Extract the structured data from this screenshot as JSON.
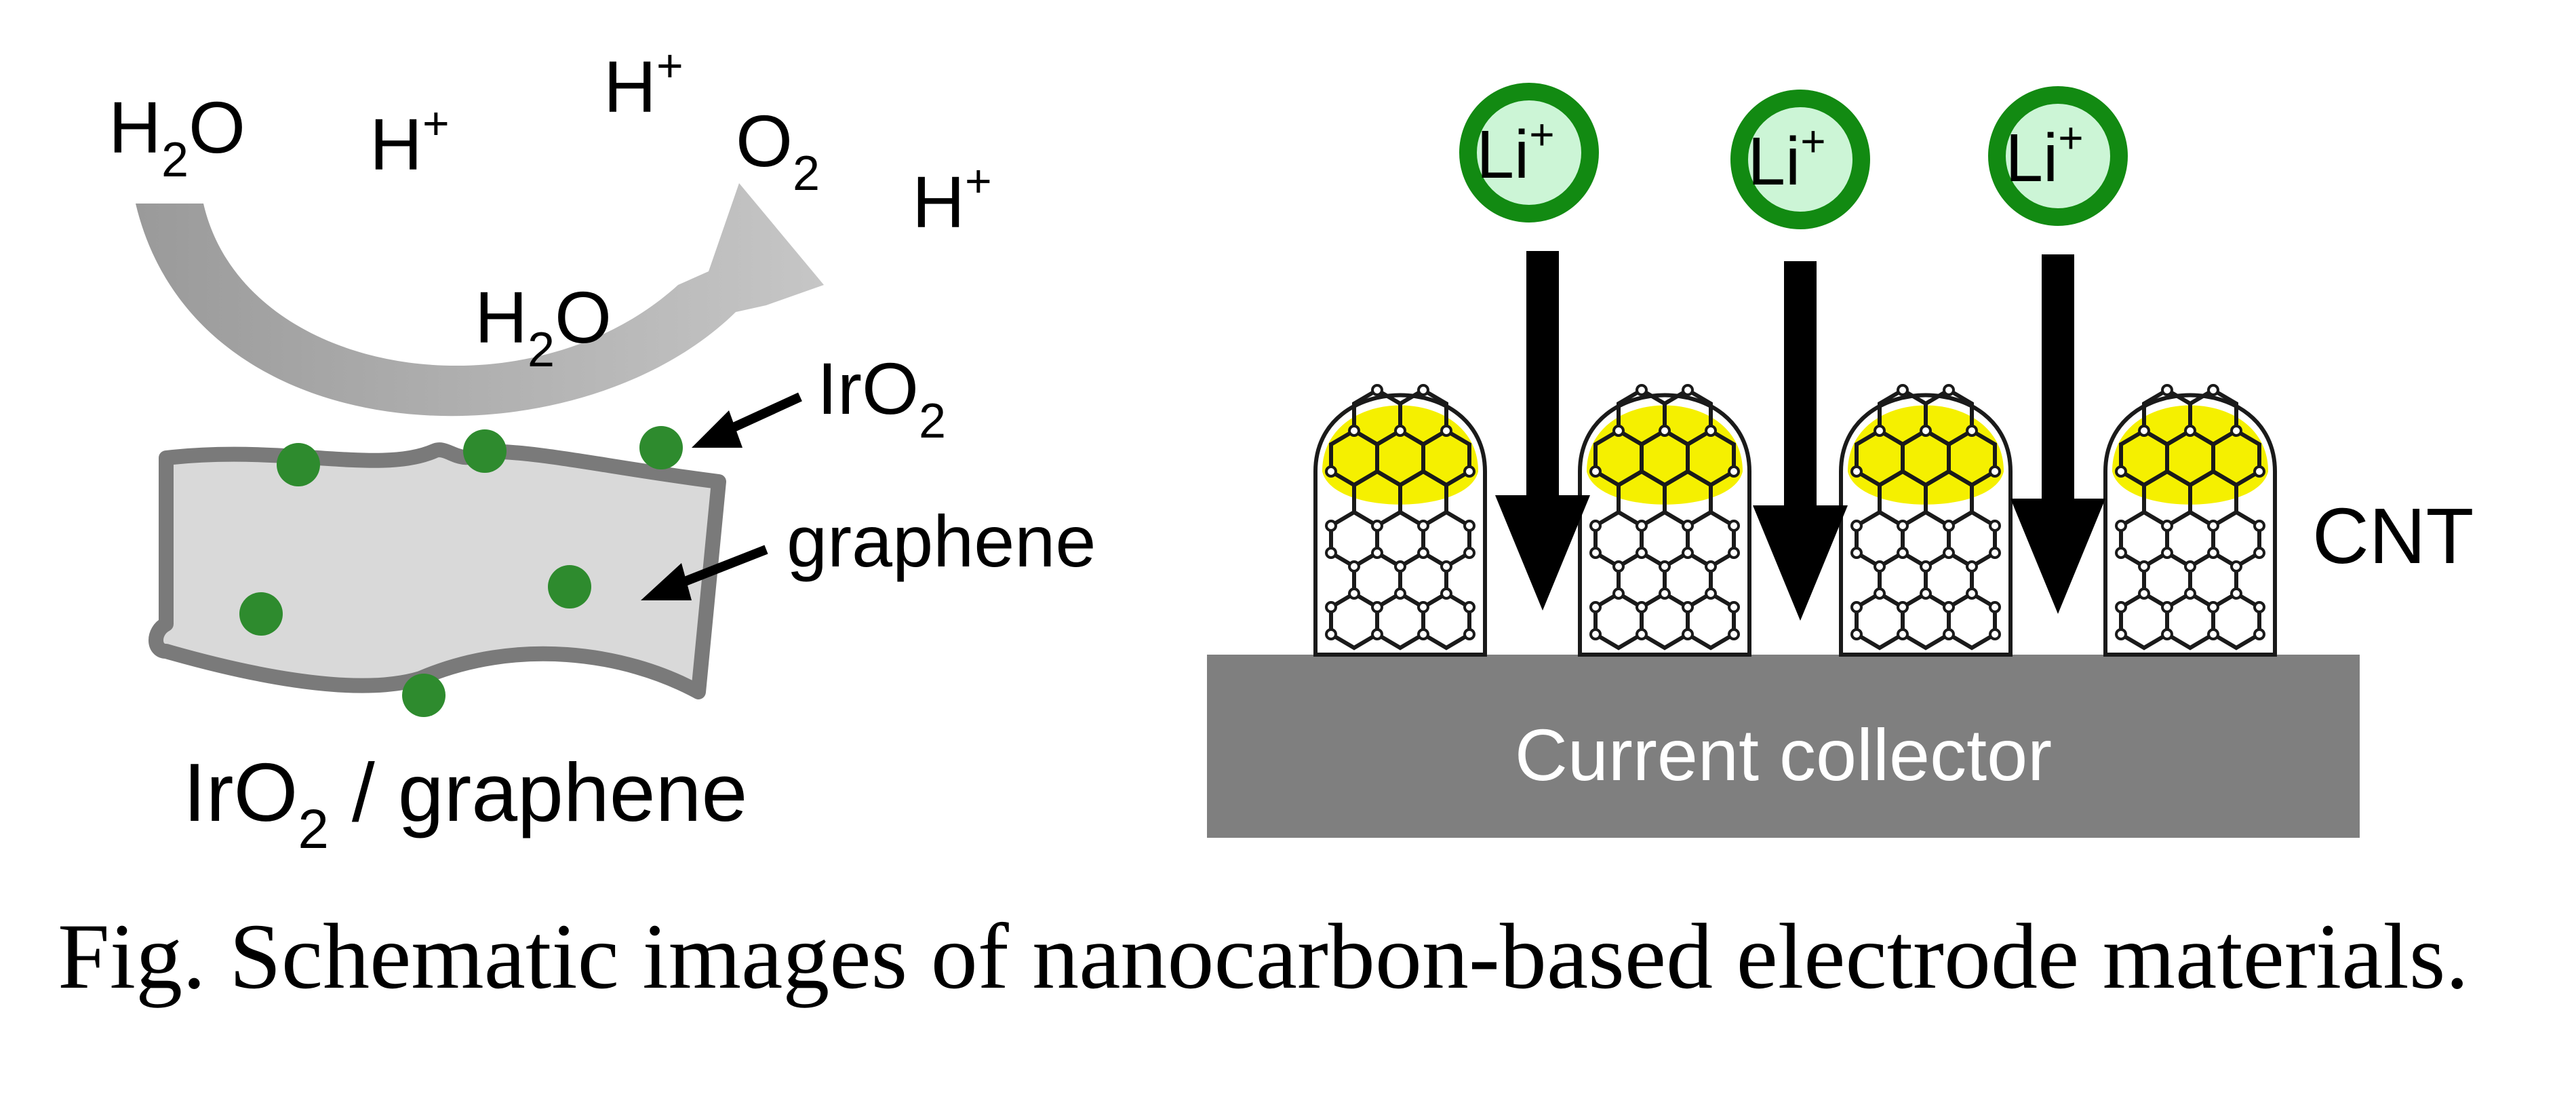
{
  "left_panel": {
    "title": {
      "main1": "IrO",
      "sub": "2",
      "main2": " / graphene"
    },
    "labels": {
      "h2o_top": {
        "main": "H",
        "sub": "2",
        "tail": "O"
      },
      "h_plus_1": {
        "main": "H",
        "sup": "+"
      },
      "h_plus_2": {
        "main": "H",
        "sup": "+"
      },
      "o2": {
        "main": "O",
        "sub": "2"
      },
      "h_plus_3": {
        "main": "H",
        "sup": "+"
      },
      "h2o_mid": {
        "main": "H",
        "sub": "2",
        "tail": "O"
      },
      "iro2": {
        "main": "IrO",
        "sub": "2"
      },
      "graphene": "graphene"
    }
  },
  "right_panel": {
    "ions": [
      {
        "main": "Li",
        "sup": "+"
      },
      {
        "main": "Li",
        "sup": "+"
      },
      {
        "main": "Li",
        "sup": "+"
      }
    ],
    "cnt_label": "CNT",
    "collector_label": "Current collector"
  },
  "caption": "Fig. Schematic images of nanocarbon-based electrode materials.",
  "colors": {
    "particle": "#2e8b2e",
    "ion_fill": "#ccf5d6",
    "ion_stroke": "#128a12",
    "fullerene": "#f5f000",
    "collector": "#7f7f7f",
    "sheet_fill": "#d9d9d9",
    "sheet_stroke": "#7a7a7a",
    "arrow_gray": "#a6a6a6"
  }
}
